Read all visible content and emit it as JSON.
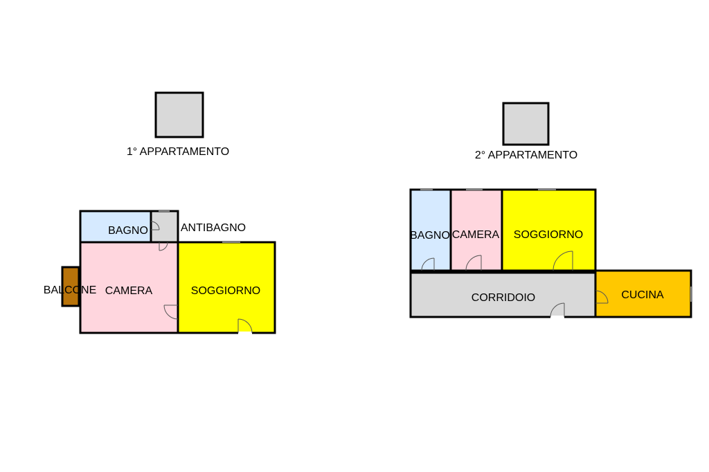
{
  "colors": {
    "bagno": "#d6eaff",
    "camera": "#ffd6de",
    "soggiorno": "#ffff00",
    "antibagno": "#d9d9d9",
    "balcone": "#b8730a",
    "corridoio": "#d9d9d9",
    "cucina": "#ffc800",
    "legend": "#d9d9d9"
  },
  "apt1": {
    "title": "1° APPARTAMENTO",
    "rooms": {
      "bagno": "BAGNO",
      "antibagno": "ANTIBAGNO",
      "camera": "CAMERA",
      "soggiorno": "SOGGIORNO",
      "balcone": "BALCONE"
    }
  },
  "apt2": {
    "title": "2° APPARTAMENTO",
    "rooms": {
      "bagno": "BAGNO",
      "camera": "CAMERA",
      "soggiorno": "SOGGIORNO",
      "corridoio": "CORRIDOIO",
      "cucina": "CUCINA"
    }
  }
}
